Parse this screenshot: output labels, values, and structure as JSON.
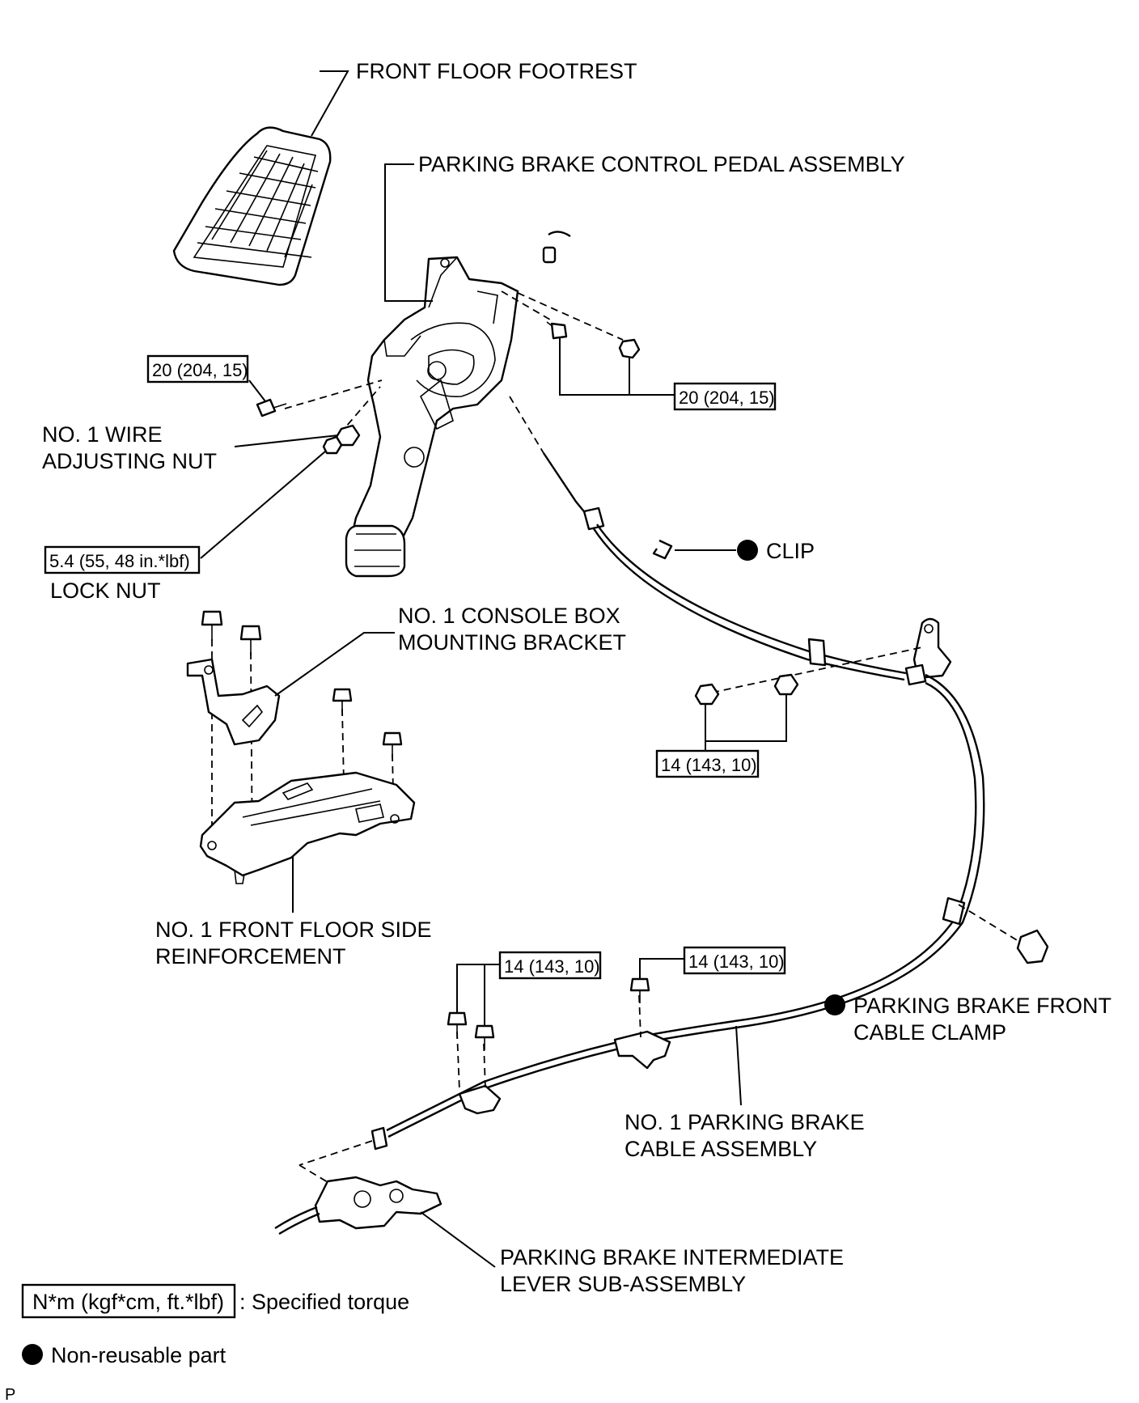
{
  "labels": {
    "front_floor_footrest": "FRONT FLOOR FOOTREST",
    "pedal_assembly": "PARKING BRAKE CONTROL PEDAL ASSEMBLY",
    "wire_adjusting_nut_1": "NO. 1 WIRE",
    "wire_adjusting_nut_2": "ADJUSTING NUT",
    "lock_nut": "LOCK NUT",
    "clip": "CLIP",
    "console_bracket_1": "NO. 1 CONSOLE BOX",
    "console_bracket_2": "MOUNTING BRACKET",
    "floor_reinforcement_1": "NO. 1 FRONT FLOOR SIDE",
    "floor_reinforcement_2": "REINFORCEMENT",
    "front_cable_clamp_1": "PARKING BRAKE FRONT",
    "front_cable_clamp_2": "CABLE CLAMP",
    "cable_assembly_1": "NO. 1 PARKING BRAKE",
    "cable_assembly_2": "CABLE ASSEMBLY",
    "intermediate_lever_1": "PARKING BRAKE INTERMEDIATE",
    "intermediate_lever_2": "LEVER SUB-ASSEMBLY"
  },
  "torques": {
    "pedal_bolt_left": "20 (204, 15)",
    "pedal_bolts_right": "20 (204, 15)",
    "lock_nut": "5.4 (55, 48 in.*lbf)",
    "cable_bracket_nuts": "14 (143, 10)",
    "rear_bolts_left": "14 (143, 10)",
    "rear_bolt_right": "14 (143, 10)"
  },
  "legend": {
    "torque_box": "N*m (kgf*cm, ft.*lbf)",
    "torque_text": ": Specified torque",
    "nonreusable_text": "Non-reusable part"
  },
  "corner_mark": "P"
}
